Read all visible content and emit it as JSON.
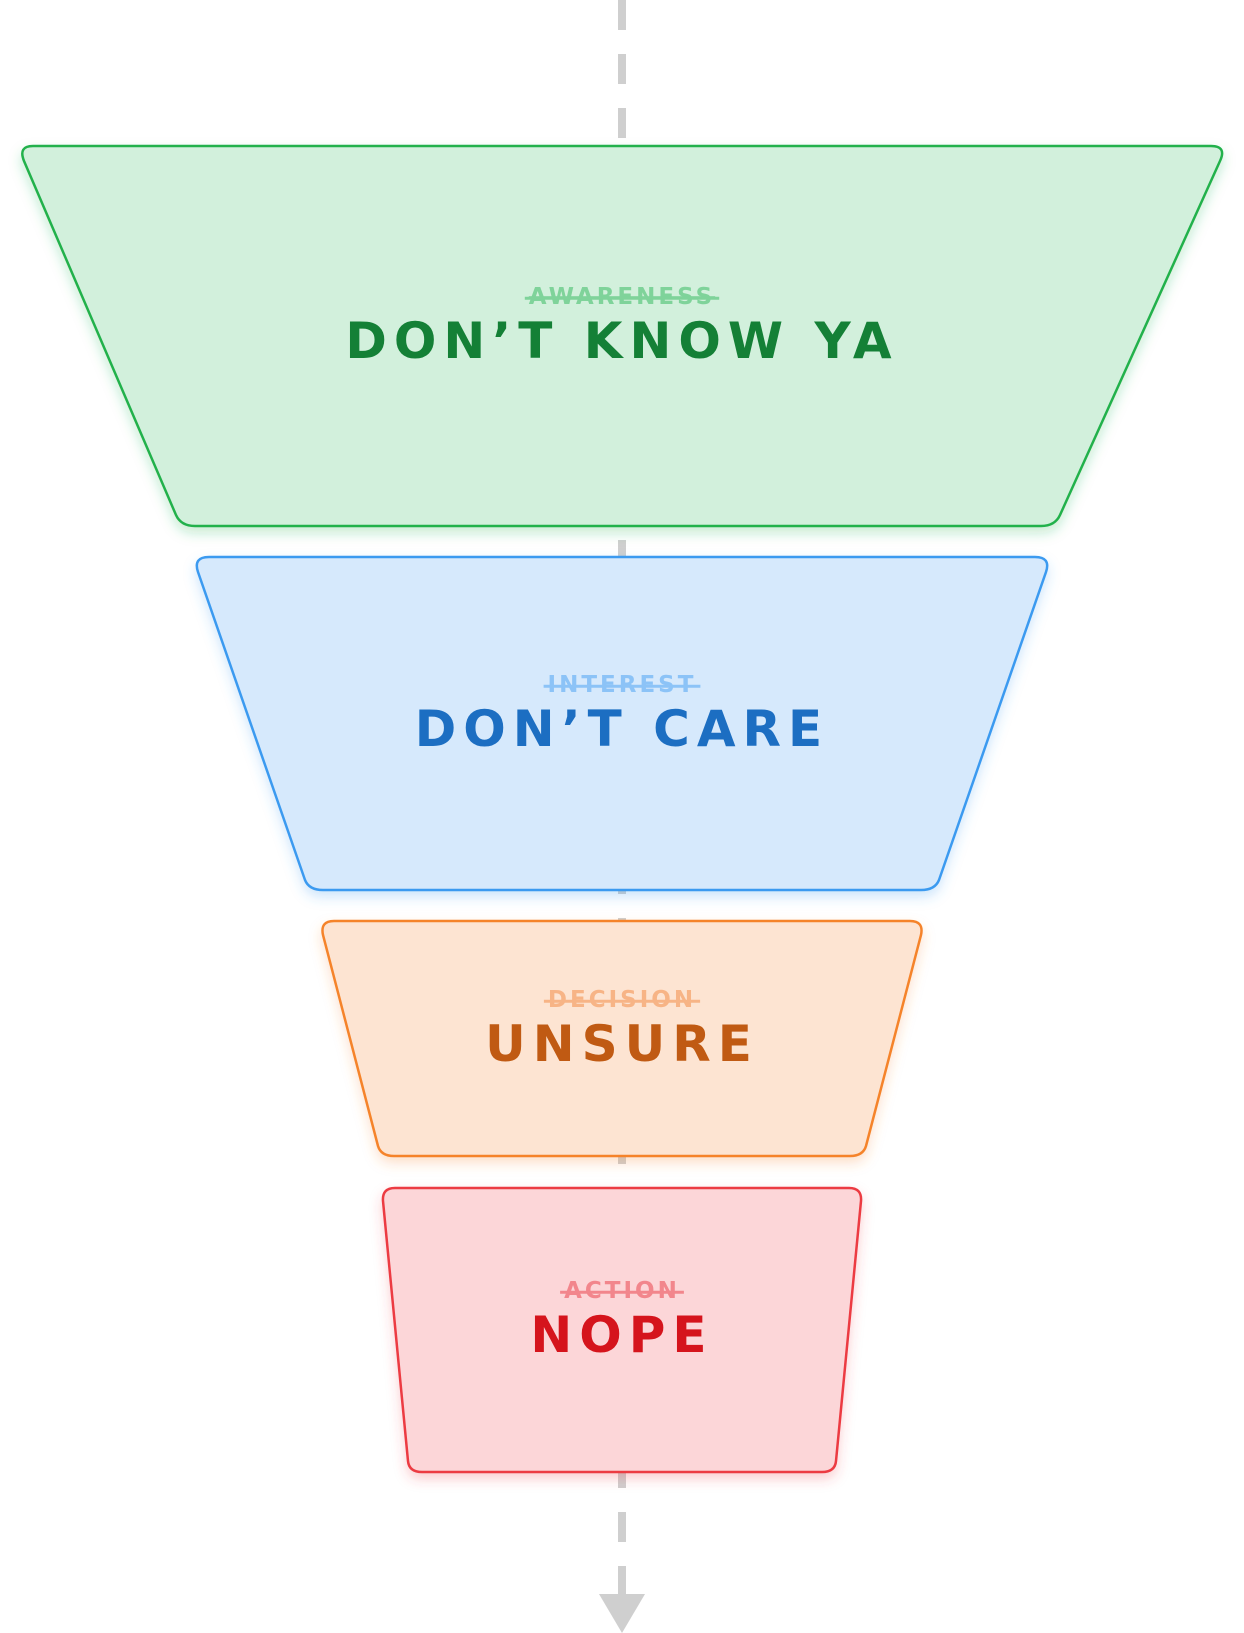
{
  "funnel": {
    "stages": [
      {
        "old_label": "AWARENESS",
        "new_label": "DON’T KNOW YA",
        "fill": "#d2f0dc",
        "stroke": "#22b14c",
        "old_color": "#7fd39a",
        "new_color": "#148036"
      },
      {
        "old_label": "INTEREST",
        "new_label": "DON’T CARE",
        "fill": "#d6e9fc",
        "stroke": "#3b9af0",
        "old_color": "#8cc3f7",
        "new_color": "#1c6ec2"
      },
      {
        "old_label": "DECISION",
        "new_label": "UNSURE",
        "fill": "#fde4d2",
        "stroke": "#f5832a",
        "old_color": "#f7b486",
        "new_color": "#c05a13"
      },
      {
        "old_label": "ACTION",
        "new_label": "NOPE",
        "fill": "#fcd6d8",
        "stroke": "#ec3a42",
        "old_color": "#f2868c",
        "new_color": "#d5141c"
      }
    ],
    "connector_color": "#cfcfcf"
  }
}
